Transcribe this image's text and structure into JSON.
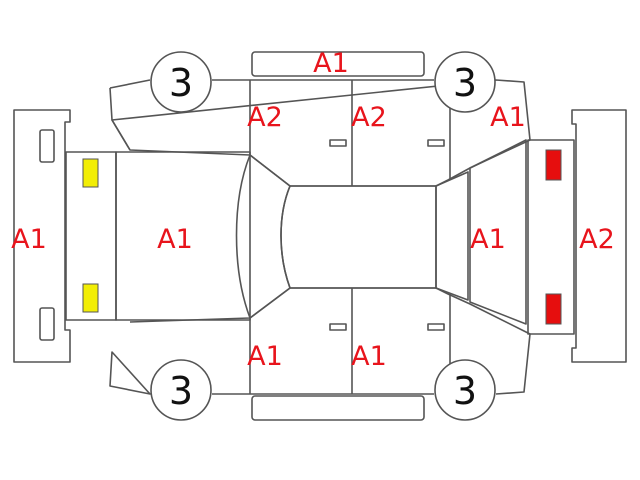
{
  "colors": {
    "line": "#555555",
    "label": "#e8141c",
    "yellow_marker": "#f2ee05",
    "red_marker": "#e60e0e"
  },
  "wheels": {
    "front_left": "3",
    "front_right": "3",
    "rear_left": "3",
    "rear_right": "3"
  },
  "labels": {
    "roof_strip_top": "A1",
    "front_door_upper": "A2",
    "rear_door_upper": "A2",
    "rear_quarter_upper": "A1",
    "front_bumper": "A1",
    "hood": "A1",
    "trunk": "A1",
    "rear_bumper": "A2",
    "front_door_lower": "A1",
    "rear_door_lower": "A1"
  }
}
